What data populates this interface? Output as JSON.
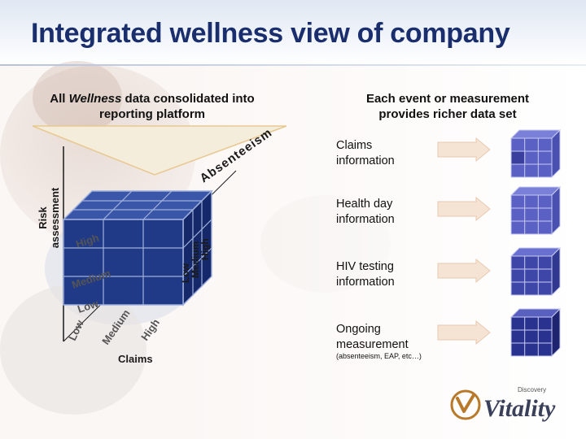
{
  "title": "Integrated wellness view of company",
  "left_heading": {
    "prefix": "All ",
    "emphasis": "Wellness",
    "suffix": " data consolidated into reporting platform"
  },
  "right_heading": "Each event or measurement provides richer data set",
  "cube": {
    "top_axis_label": "Absenteeism",
    "left_axis_label_line1": "Risk",
    "left_axis_label_line2": "assessment",
    "front_levels": [
      "High",
      "Medium",
      "Low"
    ],
    "side_levels": [
      "Low",
      "Medium",
      "High"
    ],
    "bottom_levels": [
      "Low",
      "Medium",
      "High"
    ],
    "bottom_axis_label": "Claims"
  },
  "events": [
    {
      "line1": "Claims",
      "line2": "information"
    },
    {
      "line1": "Health day",
      "line2": "information"
    },
    {
      "line1": "HIV testing",
      "line2": "information"
    },
    {
      "line1": "Ongoing",
      "line2": "measurement",
      "note": "(absenteeism, EAP, etc…)"
    }
  ],
  "logo": {
    "brand": "Vitality",
    "sub": "Discovery"
  },
  "colors": {
    "title": "#1a2e6e",
    "cube_front": "#203a88",
    "cube_top": "#3a56a8",
    "cube_side": "#14286a",
    "small_cube": "#5a60c4",
    "arrow": "#f2dcc8",
    "triangle": "#e8c890"
  }
}
